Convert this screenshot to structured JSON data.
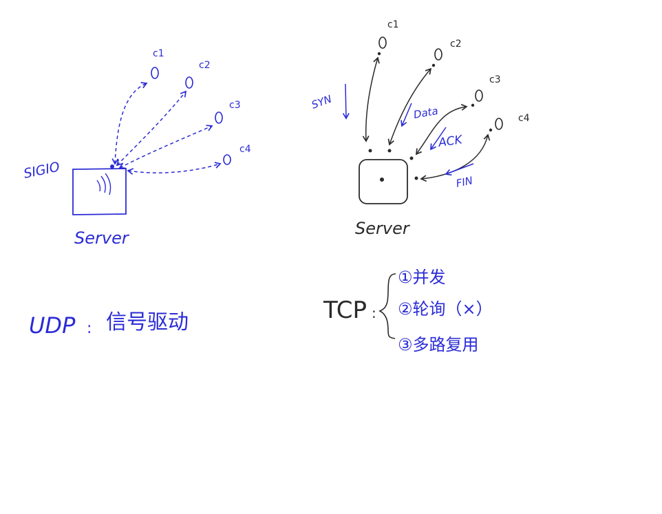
{
  "colors": {
    "udp_ink": "#2b2bd6",
    "tcp_ink": "#2a2a2a",
    "background": "#ffffff"
  },
  "udp": {
    "signal_label": "SIGIO",
    "server_label": "Server",
    "clients": [
      "c1",
      "c2",
      "c3",
      "c4"
    ],
    "caption_left": "UDP",
    "caption_sep": ":",
    "caption_right": "信号驱动"
  },
  "tcp": {
    "server_label": "Server",
    "clients": [
      "c1",
      "c2",
      "c3",
      "c4"
    ],
    "event_labels": {
      "syn": "SYN",
      "data": "Data",
      "ack": "ACK",
      "fin": "FIN"
    },
    "caption_left": "TCP",
    "caption_sep": ":",
    "options": [
      "①并发",
      "②轮询（×）",
      "③多路复用"
    ]
  }
}
